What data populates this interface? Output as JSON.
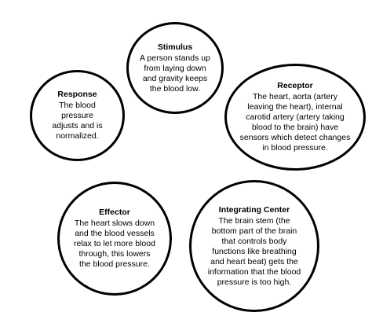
{
  "nodes": {
    "stimulus": {
      "title": "Stimulus",
      "text": "A person stands up from laying down and gravity keeps the blood low."
    },
    "receptor": {
      "title": "Receptor",
      "text": "The heart, aorta (artery leaving the heart), internal carotid artery (artery taking blood to the brain) have sensors which detect changes in blood pressure."
    },
    "response": {
      "title": "Response",
      "text": "The blood pressure adjusts and is normalized."
    },
    "effector": {
      "title": "Effector",
      "text": "The heart slows down and the blood vessels relax to let more blood through, this lowers the blood pressure."
    },
    "integrating": {
      "title": "Integrating Center",
      "text": "The brain stem (the bottom part of the brain that controls body functions like breathing and heart beat) gets the information that the blood pressure is too high."
    }
  }
}
